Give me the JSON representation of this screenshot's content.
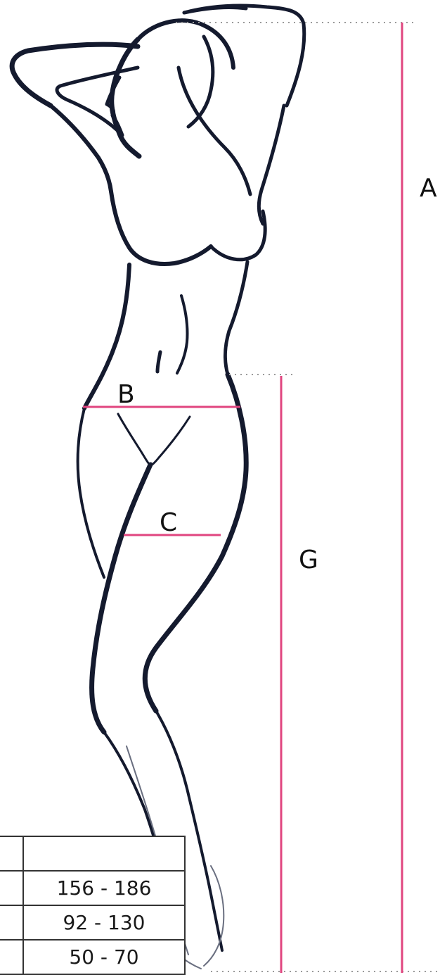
{
  "labels": {
    "a": "A",
    "b": "B",
    "c": "C",
    "g": "G"
  },
  "colors": {
    "measure_line": "#e0457f",
    "dotted_guide": "#9a9a9a",
    "outline": "#141a2e"
  },
  "size_table": {
    "header": "",
    "rows": [
      {
        "label": "",
        "value": "156 - 186"
      },
      {
        "label": "",
        "value": "92 - 130"
      },
      {
        "label": "",
        "value": "50 - 70"
      }
    ]
  }
}
